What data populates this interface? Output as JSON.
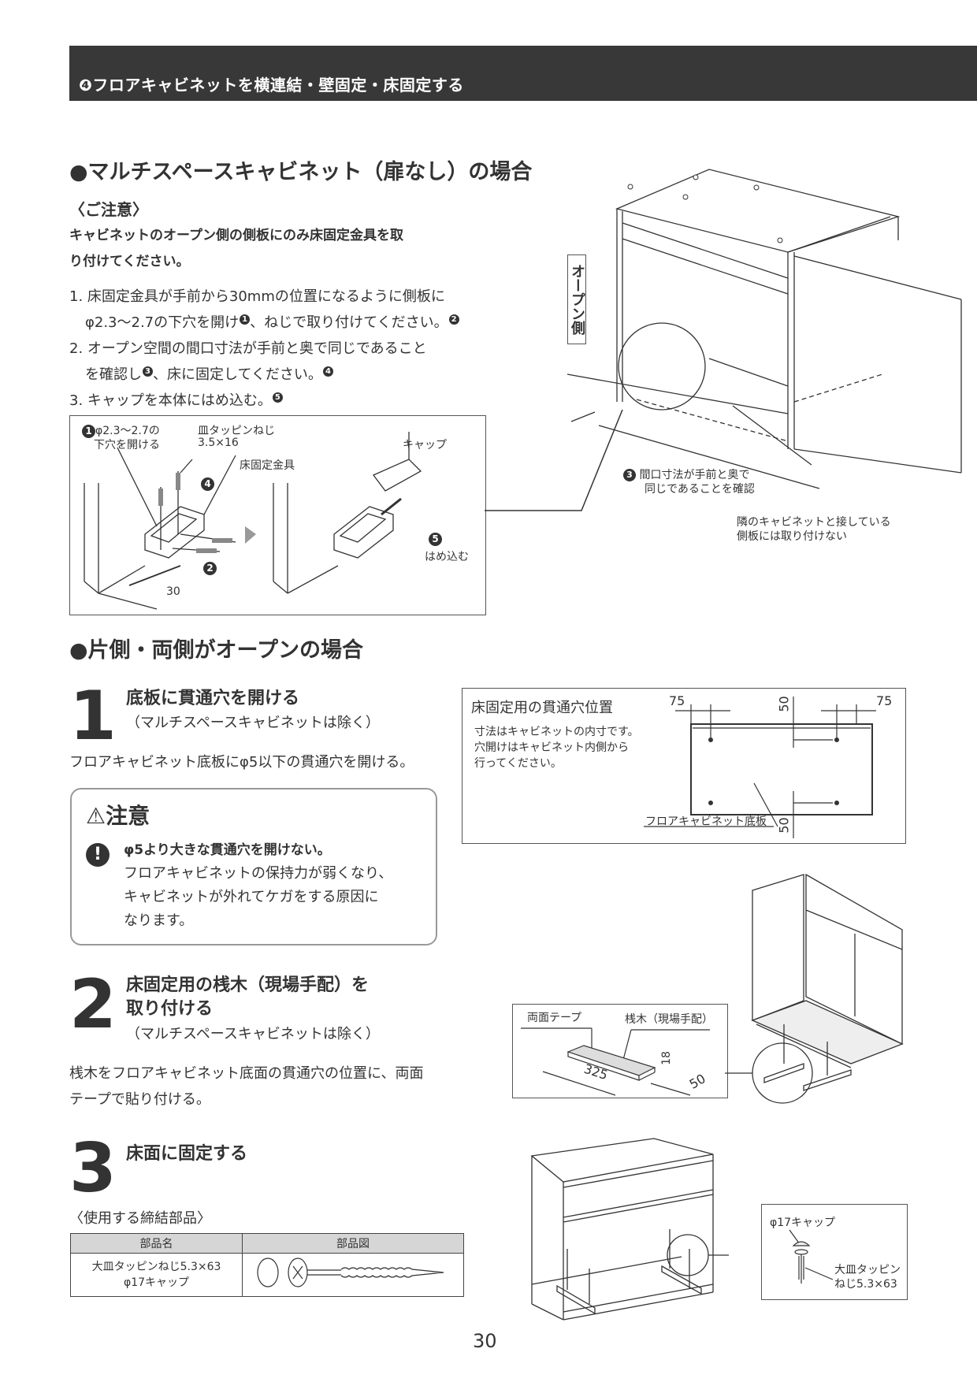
{
  "header": {
    "title": "❹フロアキャビネットを横連結・壁固定・床固定する"
  },
  "section_multispace": {
    "title": "●マルチスペースキャビネット（扉なし）の場合",
    "note_heading": "〈ご注意〉",
    "note_line1": "キャビネットのオープン側の側板にのみ床固定金具を取",
    "note_line2": "り付けてください。",
    "steps": [
      {
        "line1": "1. 床固定金具が手前から30mmの位置になるように側板に",
        "line2": "φ2.3〜2.7の下穴を開け",
        "marker2a": "1",
        "line2b": "、ねじで取り付けてください。",
        "marker2b": "2"
      },
      {
        "line1": "2. オープン空間の間口寸法が手前と奥で同じであること",
        "line2": "を確認し",
        "marker2a": "3",
        "line2b": "、床に固定してください。",
        "marker2b": "4"
      },
      {
        "line1": "3. キャップを本体にはめ込む。",
        "marker1": "5"
      }
    ],
    "detail": {
      "label_hole_num": "1",
      "label_hole": "φ2.3〜2.7の",
      "label_hole2": "下穴を開ける",
      "label_screw": "皿タッピンねじ",
      "label_screw_size": "3.5×16",
      "label_bracket": "床固定金具",
      "label_cap": "キャップ",
      "marker4": "4",
      "marker2": "2",
      "marker5": "5",
      "label_snap": "はめ込む",
      "dim_30": "30"
    },
    "diagram": {
      "open_side": "オープン側",
      "marker3": "3",
      "check_line1": "間口寸法が手前と奥で",
      "check_line2": "同じであることを確認",
      "adjacent_line1": "隣のキャビネットと接している",
      "adjacent_line2": "側板には取り付けない"
    }
  },
  "section_open": {
    "title": "●片側・両側がオープンの場合",
    "step1": {
      "num": "1",
      "title": "底板に貫通穴を開ける",
      "sub": "（マルチスペースキャビネットは除く）",
      "body": "フロアキャビネット底板にφ5以下の貫通穴を開ける。"
    },
    "hole_position": {
      "title": "床固定用の貫通穴位置",
      "desc1": "寸法はキャビネットの内寸です。",
      "desc2": "穴開けはキャビネット内側から",
      "desc3": "行ってください。",
      "dim_left": "75",
      "dim_right": "75",
      "dim_top": "50",
      "dim_bottom": "50",
      "label_board": "フロアキャビネット底板"
    },
    "caution": {
      "heading": "注意",
      "bold": "φ5より大きな貫通穴を開けない。",
      "line1": "フロアキャビネットの保持力が弱くなり、",
      "line2": "キャビネットが外れてケガをする原因に",
      "line3": "なります。"
    },
    "step2": {
      "num": "2",
      "title1": "床固定用の桟木（現場手配）を",
      "title2": "取り付ける",
      "sub": "（マルチスペースキャビネットは除く）",
      "body1": "桟木をフロアキャビネット底面の貫通穴の位置に、両面",
      "body2": "テープで貼り付ける。"
    },
    "batten": {
      "label_tape": "両面テープ",
      "label_batten": "桟木（現場手配）",
      "dim_len": "325",
      "dim_h": "18",
      "dim_w": "50"
    },
    "step3": {
      "num": "3",
      "title": "床面に固定する",
      "parts_heading": "〈使用する締結部品〉",
      "table_headers": [
        "部品名",
        "部品図"
      ],
      "table_row": {
        "name1": "大皿タッピンねじ5.3×63",
        "name2": "φ17キャップ"
      }
    },
    "screw_detail": {
      "label_cap": "φ17キャップ",
      "label_screw1": "大皿タッピン",
      "label_screw2": "ねじ5.3×63"
    }
  },
  "page_number": "30"
}
